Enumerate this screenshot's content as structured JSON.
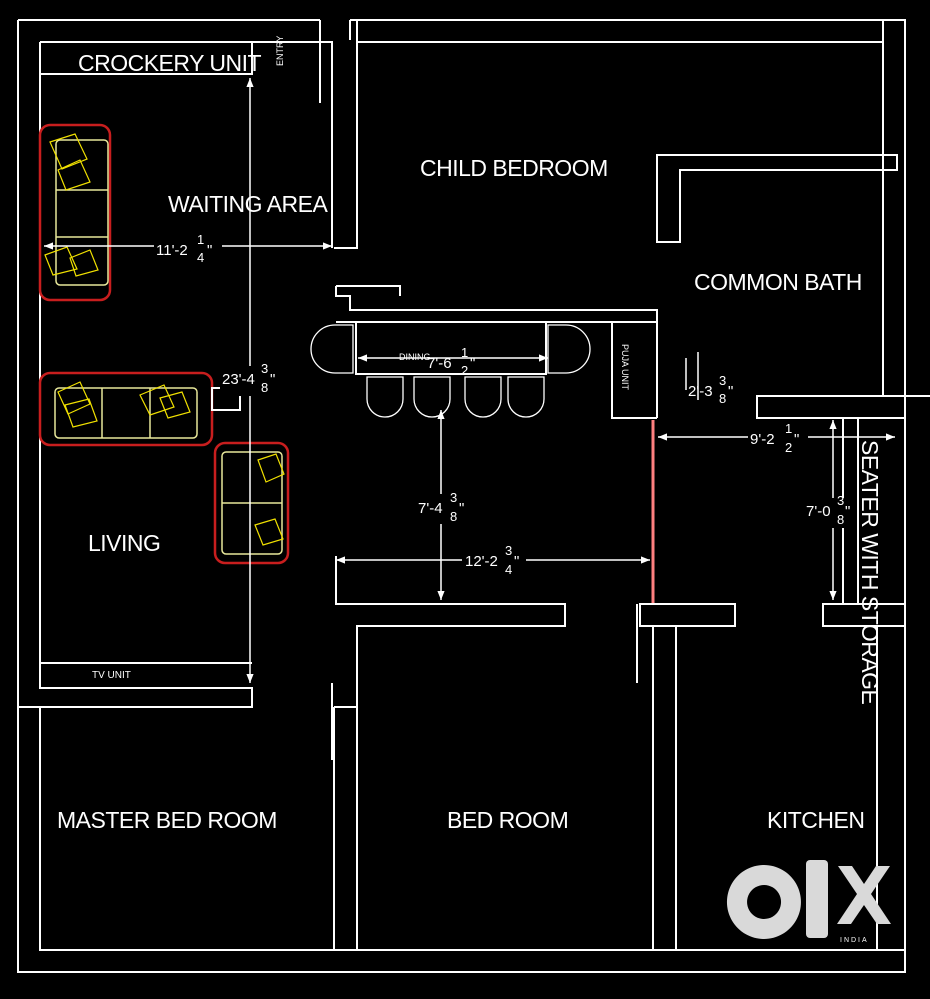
{
  "rooms": {
    "crockery_unit": "CROCKERY UNIT",
    "entry": "ENTRY",
    "waiting_area": "WAITING AREA",
    "child_bedroom": "CHILD BEDROOM",
    "common_bath": "COMMON BATH",
    "dining": "DINING",
    "puja_unit": "PUJA UNIT",
    "living": "LIVING",
    "tv_unit": "TV UNIT",
    "seater_storage": "SEATER WITH STORAGE",
    "master_bedroom": "MASTER BED ROOM",
    "bedroom": "BED ROOM",
    "kitchen": "KITCHEN"
  },
  "dimensions": {
    "waiting_width": {
      "main": "11'-2",
      "num": "1",
      "den": "4",
      "tail": "\""
    },
    "living_length": {
      "main": "23'-4",
      "num": "3",
      "den": "8",
      "tail": "\""
    },
    "dining_width": {
      "main": "7'-6",
      "num": "1",
      "den": "2",
      "tail": "\""
    },
    "puja_width": {
      "main": "2'-3",
      "num": "3",
      "den": "8",
      "tail": "\""
    },
    "passage_width": {
      "main": "9'-2",
      "num": "1",
      "den": "2",
      "tail": "\""
    },
    "dining_depth": {
      "main": "7'-4",
      "num": "3",
      "den": "8",
      "tail": "\""
    },
    "hall_width": {
      "main": "12'-2",
      "num": "3",
      "den": "4",
      "tail": "\""
    },
    "passage_depth": {
      "main": "7'-0",
      "num": "3",
      "den": "8",
      "tail": "\""
    }
  },
  "watermark": {
    "logo": "OLX",
    "region": "INDIA"
  },
  "colors": {
    "background": "#000000",
    "lines": "#ffffff",
    "sofa_outline": "#c81e1e",
    "cushions": "#f0e000",
    "partition": "#ff8080",
    "logo": "#d9d9d9"
  }
}
